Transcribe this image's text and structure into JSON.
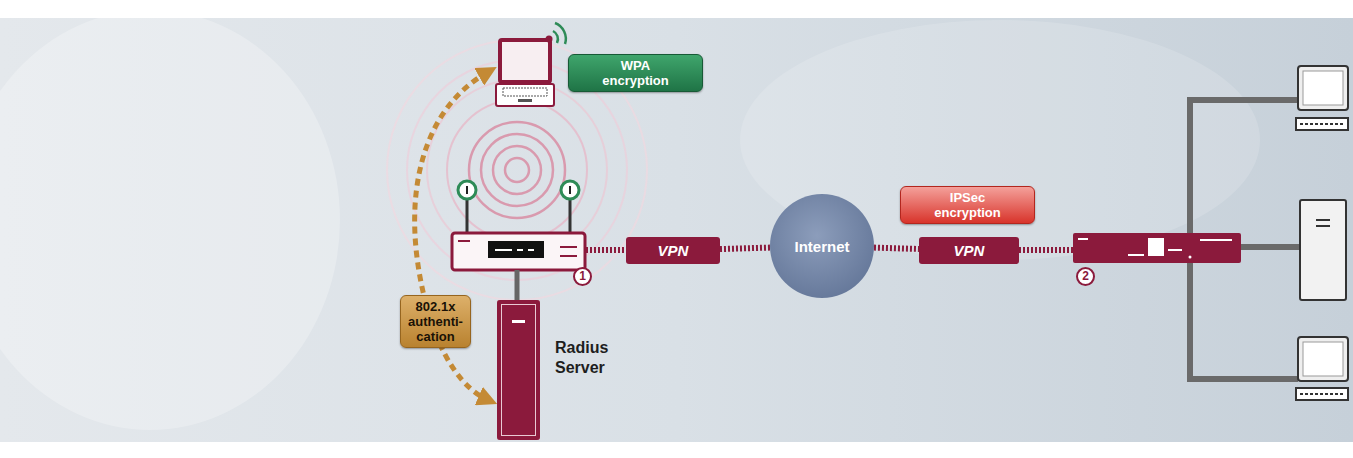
{
  "diagram": {
    "nodes": [
      {
        "text": [
          "WPA encryption"
        ]
      },
      {
        "text": [
          "IPSec encryption"
        ]
      },
      {
        "text": [
          "VPN"
        ]
      },
      {
        "text": [
          "Internet"
        ]
      },
      {
        "text": [
          "VPN"
        ]
      },
      {
        "text": [
          "802.1x authenti- cation"
        ]
      },
      {
        "text": [
          "Radius Server"
        ]
      }
    ],
    "edges": [
      {
        "from": 2,
        "to": 3,
        "arrow": "none"
      },
      {
        "from": 3,
        "to": 4,
        "arrow": "none"
      }
    ],
    "labels": [
      "1",
      "2"
    ]
  }
}
